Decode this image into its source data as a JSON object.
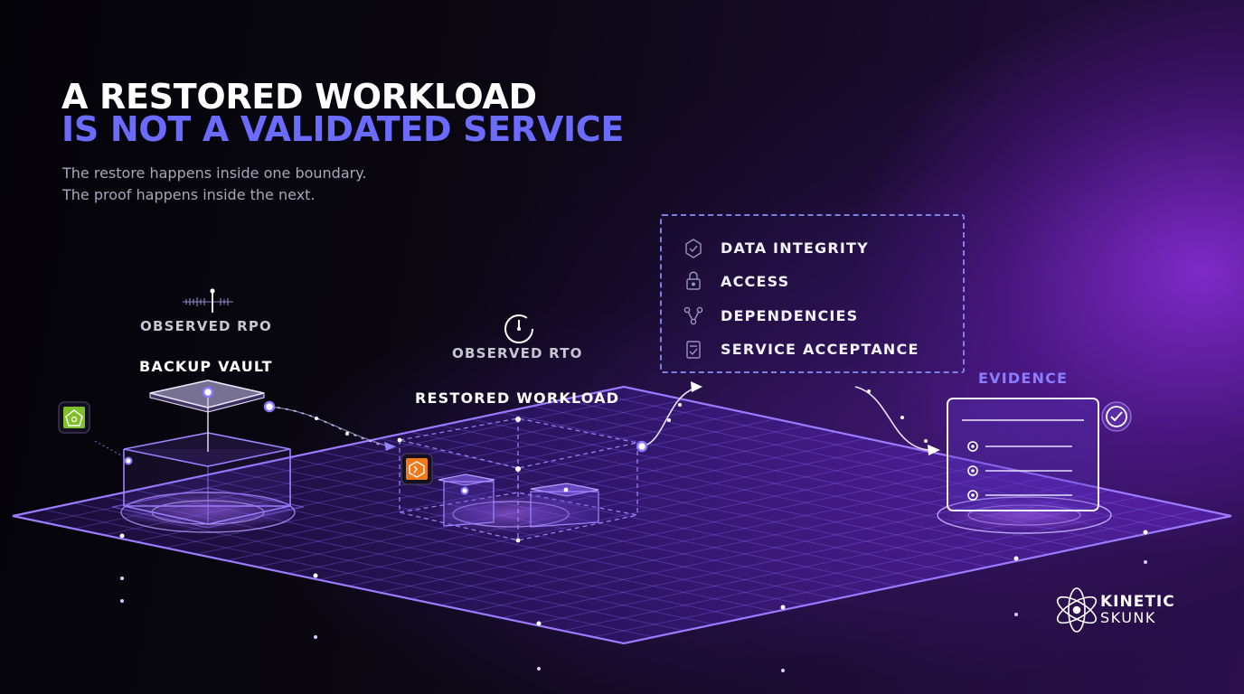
{
  "headline": {
    "line1": "A RESTORED WORKLOAD",
    "line2": "IS NOT A VALIDATED SERVICE"
  },
  "subtitle": {
    "line1": "The restore happens inside one boundary.",
    "line2": "The proof happens inside the next."
  },
  "labels": {
    "observed_rpo": "OBSERVED RPO",
    "backup_vault": "BACKUP VAULT",
    "observed_rto": "OBSERVED RTO",
    "restored_workload": "RESTORED WORKLOAD",
    "evidence": "EVIDENCE"
  },
  "checklist": [
    {
      "icon": "shield-check-icon",
      "label": "DATA INTEGRITY"
    },
    {
      "icon": "lock-icon",
      "label": "ACCESS"
    },
    {
      "icon": "network-nodes-icon",
      "label": "DEPENDENCIES"
    },
    {
      "icon": "document-check-icon",
      "label": "SERVICE ACCEPTANCE"
    }
  ],
  "brand": {
    "word1": "KINETIC",
    "word2": "SKUNK"
  },
  "colors": {
    "accent_blue": "#6b6cff",
    "accent_violet": "#8b7dff",
    "backup_badge": "#7fbf2a",
    "workload_badge": "#f07a1a",
    "grid_glow": "#8a5cff"
  }
}
